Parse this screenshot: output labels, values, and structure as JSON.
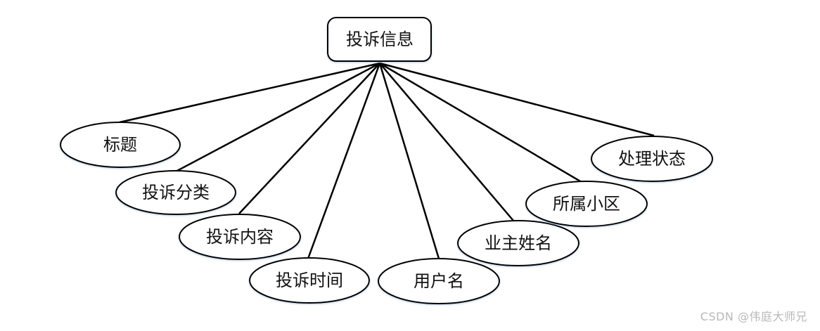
{
  "diagram": {
    "root": {
      "label": "投诉信息"
    },
    "attributes": [
      {
        "id": "title",
        "label": "标题"
      },
      {
        "id": "category",
        "label": "投诉分类"
      },
      {
        "id": "content",
        "label": "投诉内容"
      },
      {
        "id": "time",
        "label": "投诉时间"
      },
      {
        "id": "username",
        "label": "用户名"
      },
      {
        "id": "owner_name",
        "label": "业主姓名"
      },
      {
        "id": "community",
        "label": "所属小区"
      },
      {
        "id": "status",
        "label": "处理状态"
      }
    ]
  },
  "watermark": "CSDN @伟庭大师兄"
}
